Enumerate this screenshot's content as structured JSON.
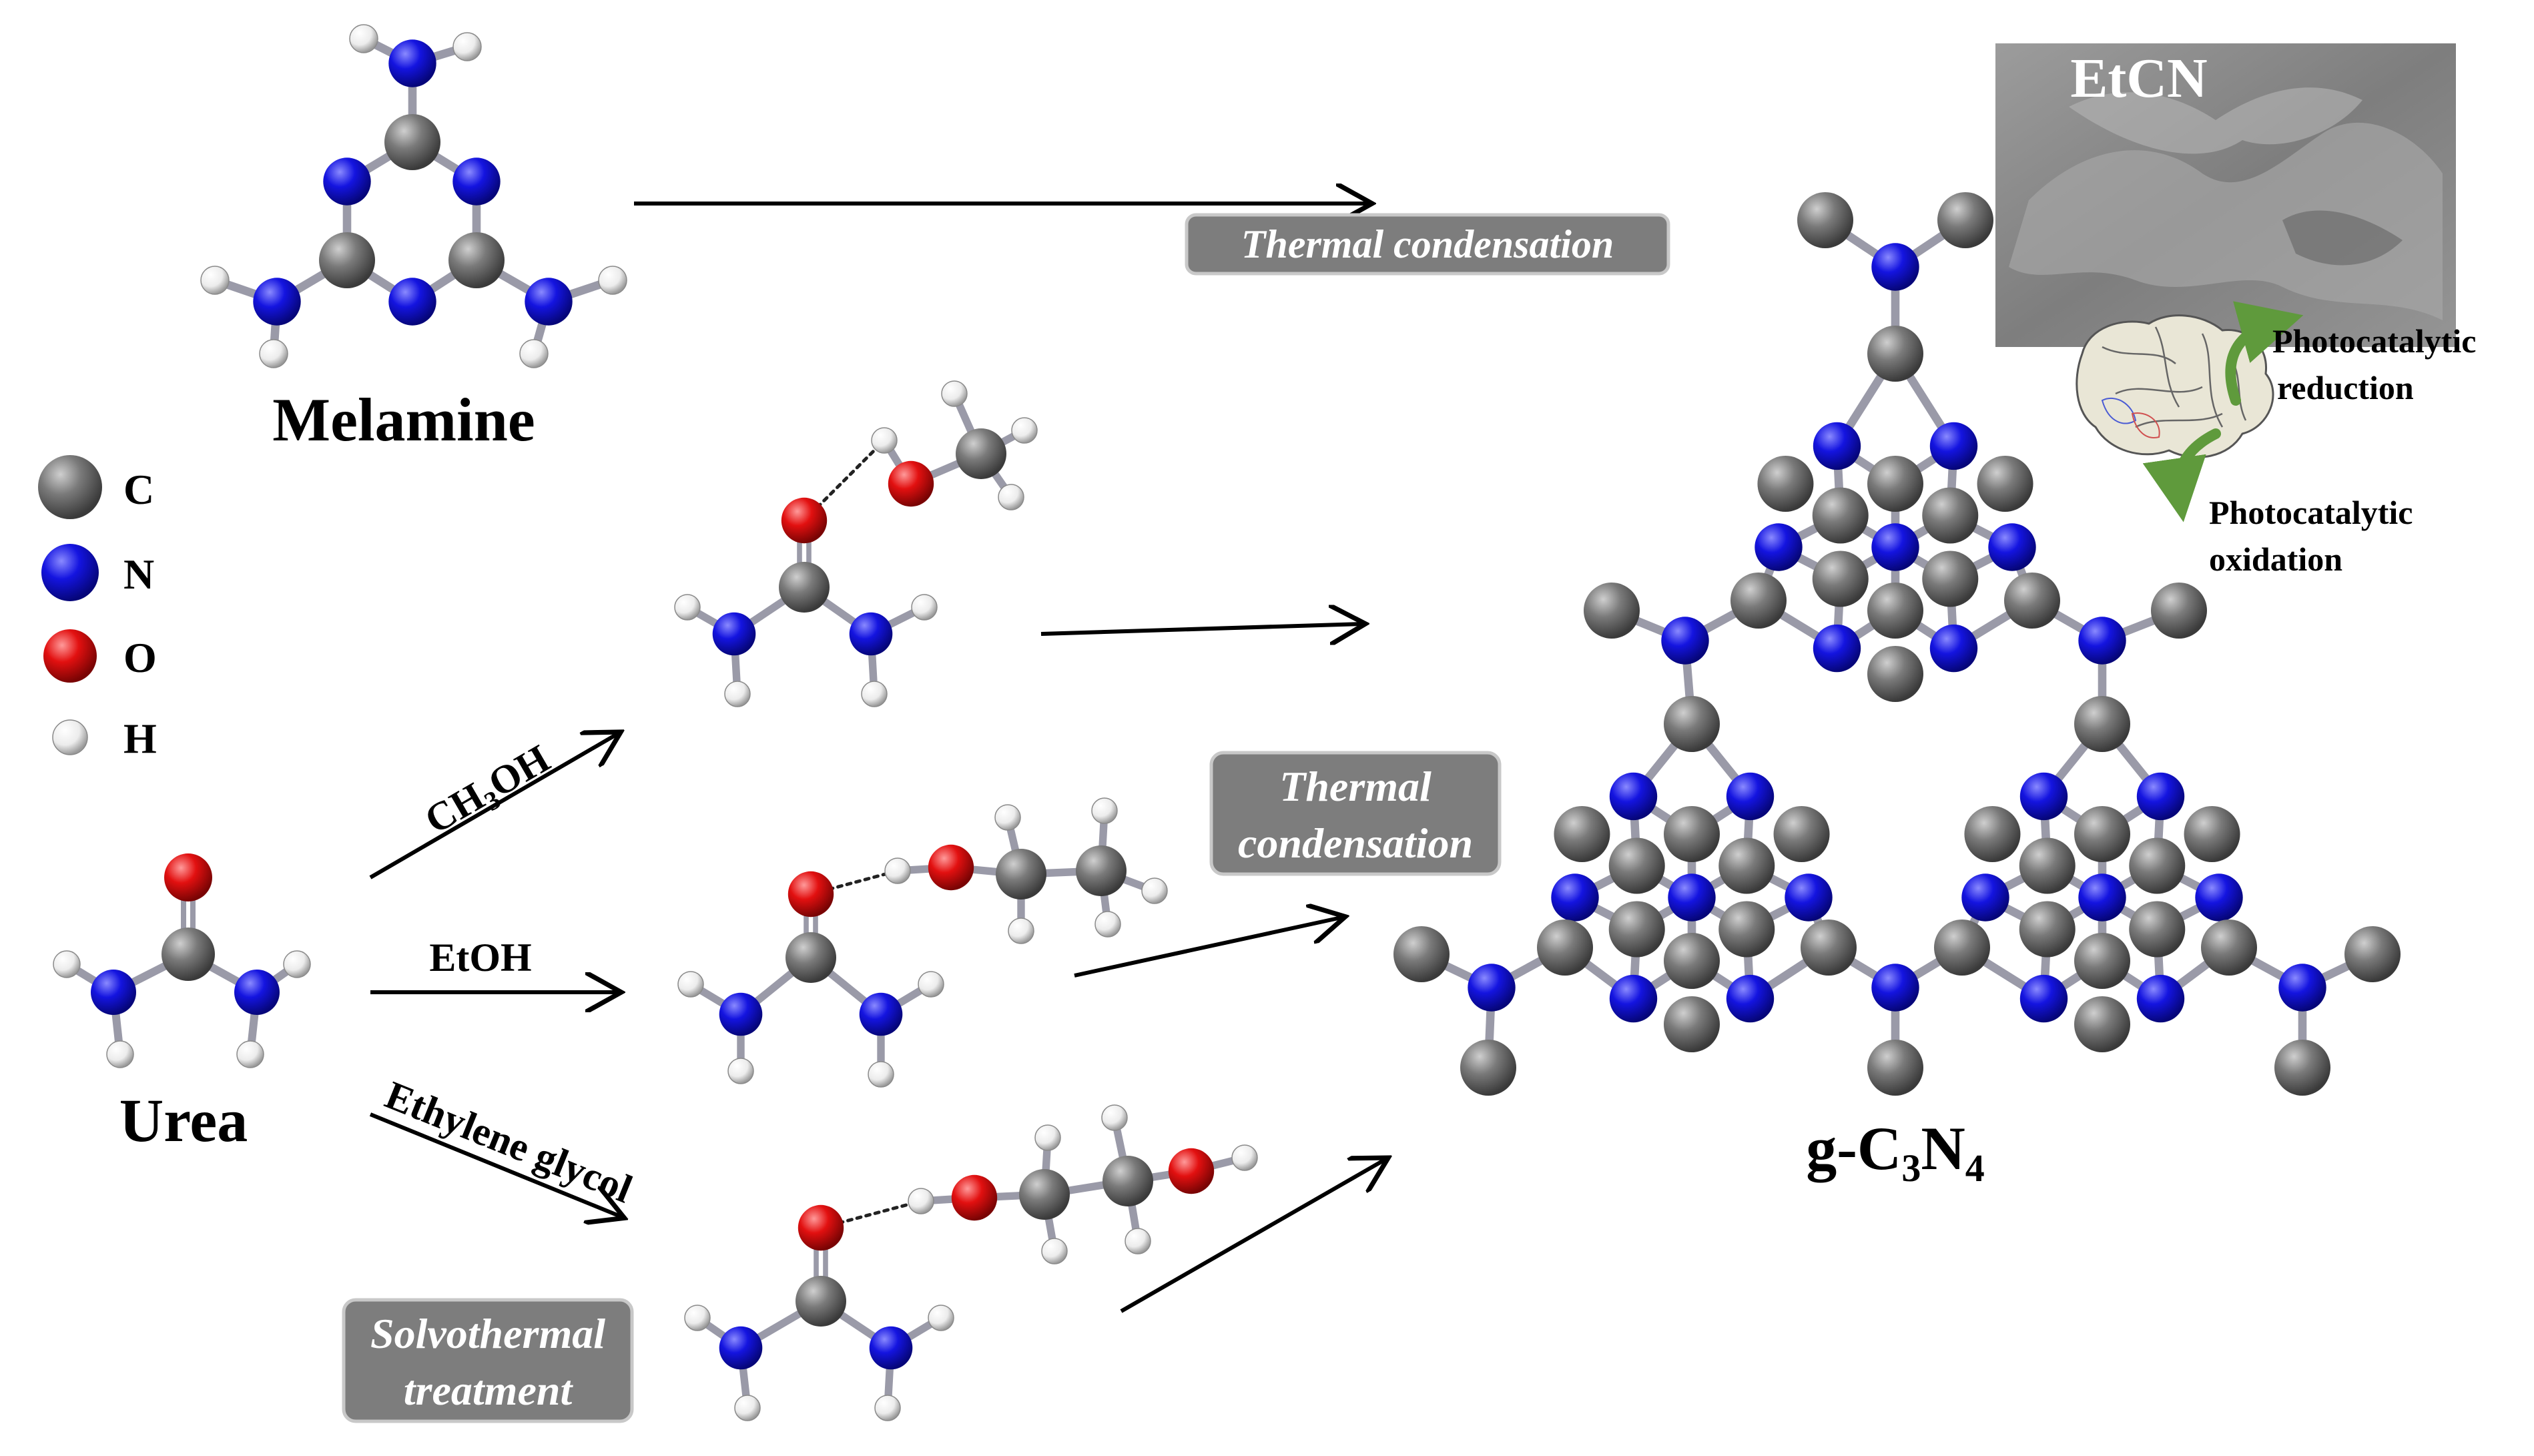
{
  "labels": {
    "melamine": "Melamine",
    "urea": "Urea",
    "product_main": "g-C",
    "product_sub1": "3",
    "product_mid": "N",
    "product_sub2": "4",
    "etcn": "EtCN"
  },
  "legend": [
    {
      "symbol": "C",
      "color": "#6e6e6e"
    },
    {
      "symbol": "N",
      "color": "#1010d8"
    },
    {
      "symbol": "O",
      "color": "#e01010"
    },
    {
      "symbol": "H",
      "color": "#f2f2f2"
    }
  ],
  "reagents": {
    "methanol_a": "CH",
    "methanol_sub": "3",
    "methanol_b": "OH",
    "ethanol": "EtOH",
    "ethylene_glycol": "Ethylene glycol"
  },
  "process_boxes": {
    "thermal_top": "Thermal condensation",
    "thermal_mid_1": "Thermal",
    "thermal_mid_2": "condensation",
    "solvo_1": "Solvothermal",
    "solvo_2": "treatment"
  },
  "photocatalysis": {
    "reduction_1": "Photocatalytic",
    "reduction_2": "reduction",
    "oxidation_1": "Photocatalytic",
    "oxidation_2": "oxidation"
  },
  "colors": {
    "carbon": "#6e6e6e",
    "nitrogen": "#1010d8",
    "oxygen": "#e01010",
    "hydrogen": "#f2f2f2",
    "box_fill": "#7d7d7d",
    "sem_fill": "#8a8a8a",
    "arrow_green": "#5f9a3c"
  }
}
